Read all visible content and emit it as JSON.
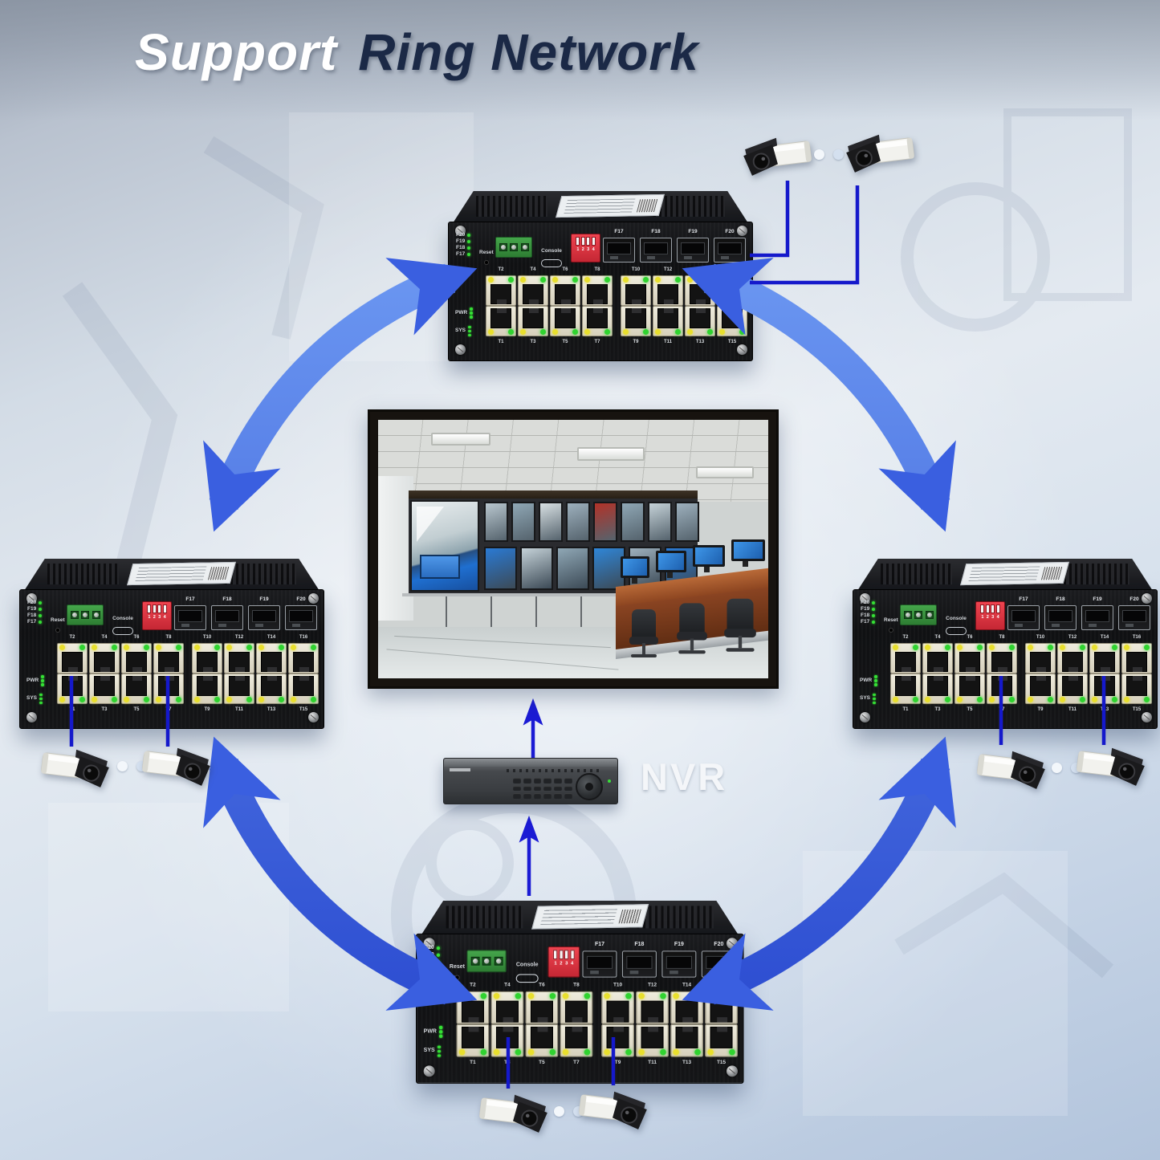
{
  "title": {
    "part1": "Support",
    "part2": "Ring Network"
  },
  "nvr": {
    "label": "NVR"
  },
  "switch": {
    "led_labels": [
      "F20",
      "F19",
      "F18",
      "F17"
    ],
    "reset_label": "Reset",
    "console_label": "Console",
    "dip_numbers": [
      "1",
      "2",
      "3",
      "4"
    ],
    "sfp_labels": [
      "F17",
      "F18",
      "F19",
      "F20"
    ],
    "top_ports": [
      "T2",
      "T4",
      "T6",
      "T8",
      "T10",
      "T12",
      "T14",
      "T16"
    ],
    "bottom_ports": [
      "T1",
      "T3",
      "T5",
      "T7",
      "T9",
      "T11",
      "T13",
      "T15"
    ],
    "pwr_label": "PWR",
    "sys_label": "SYS"
  },
  "colors": {
    "ring_blue_light": "#6d99f2",
    "ring_blue_dark": "#2a4ad0",
    "arrowhead_blue": "#3a5fe0",
    "cable_blue": "#1519cb",
    "title_dark": "#1b2946",
    "title_light": "#ffffff",
    "background_top": "#9aa3b2",
    "background_mid": "#e4eaf1"
  },
  "control_room": {
    "screen_colors_row1": [
      "#b9c7cf",
      "#8fa7b5",
      "#d8e0e3",
      "#9db0bd",
      "#b23228",
      "#8fa7b5",
      "#c5d2d8",
      "#9db0bd"
    ],
    "screen_colors_row2": [
      "#2a7ad4",
      "#c5d2d8",
      "#8fa7b5",
      "#2f86d8",
      "#9db0bd",
      "#2a7ad4"
    ]
  }
}
